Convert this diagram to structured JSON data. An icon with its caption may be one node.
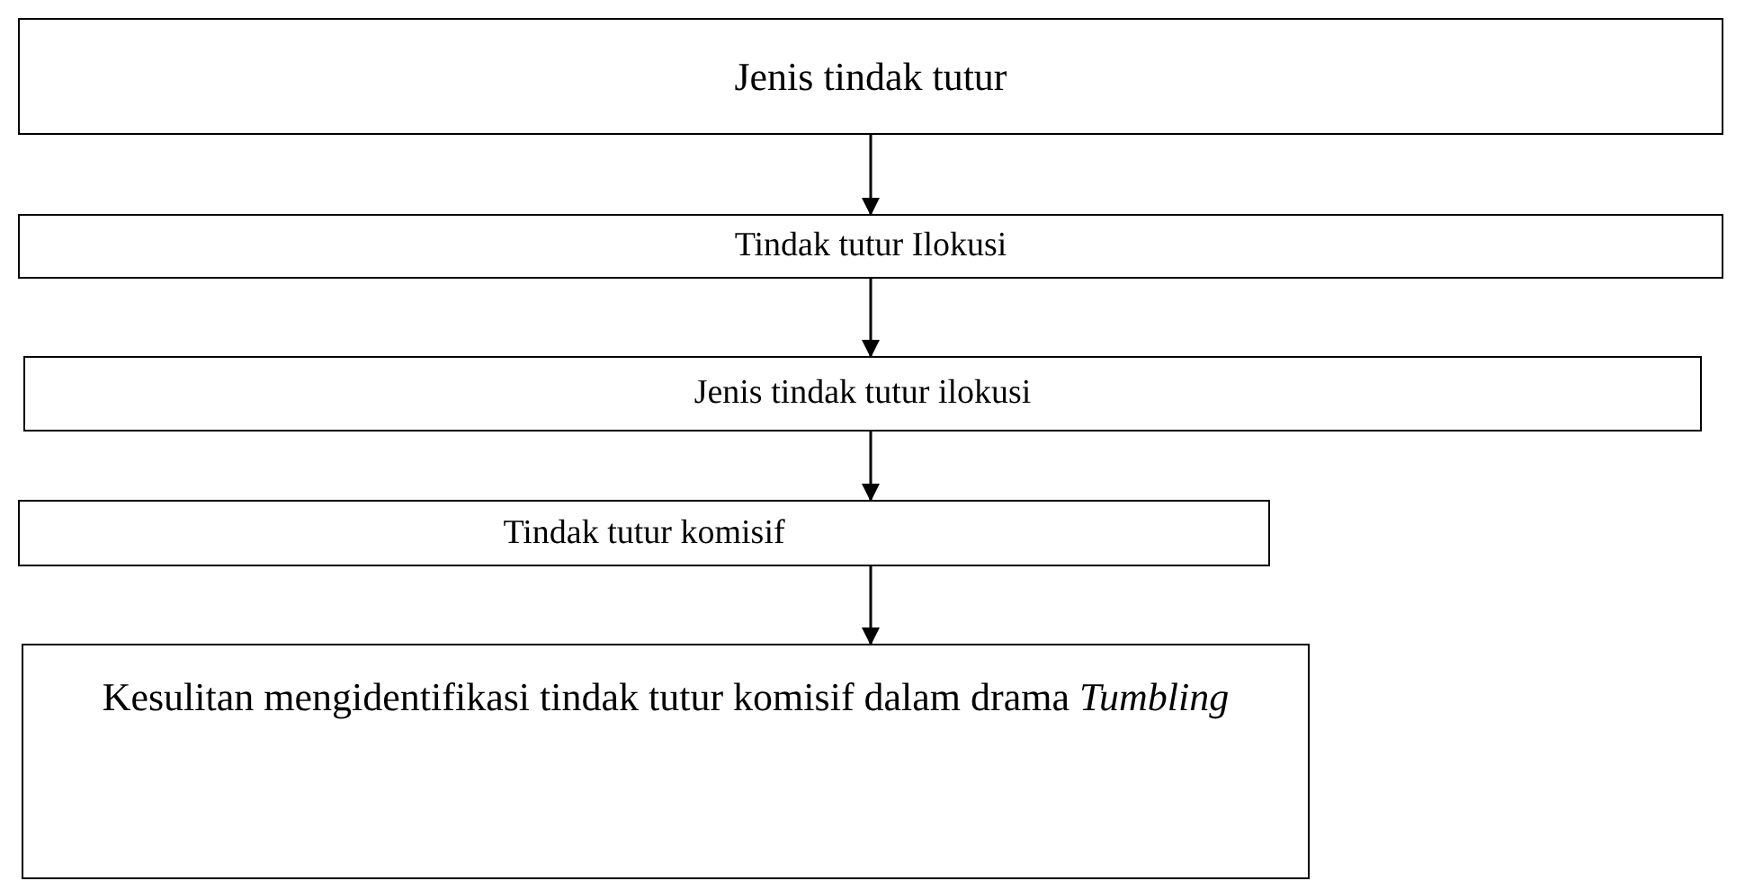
{
  "diagram": {
    "nodes": [
      {
        "text": [
          "Jenis tindak tutur"
        ]
      },
      {
        "text": [
          "Tindak tutur Ilokusi"
        ]
      },
      {
        "text": [
          "Jenis tindak tutur ilokusi"
        ]
      },
      {
        "text": [
          "Tindak tutur komisif"
        ]
      },
      {
        "text": [
          "Kesulitan mengidentifikasi tindak tutur komisif dalam drama *Tumbling*"
        ]
      }
    ],
    "edges": [
      {
        "from": 0,
        "to": 1,
        "arrow": "to"
      },
      {
        "from": 1,
        "to": 2,
        "arrow": "to"
      },
      {
        "from": 2,
        "to": 3,
        "arrow": "to"
      },
      {
        "from": 3,
        "to": 4,
        "arrow": "to"
      }
    ]
  }
}
